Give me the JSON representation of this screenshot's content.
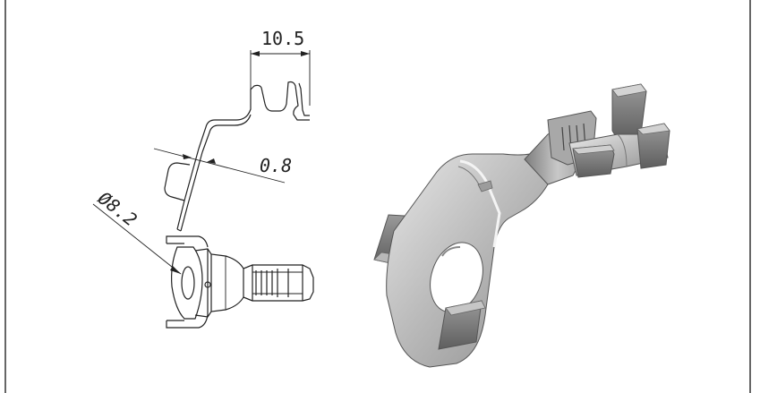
{
  "dimensions": {
    "width_label": "10.5",
    "thickness_label": "0.8",
    "hole_label": "Ø8.2"
  }
}
